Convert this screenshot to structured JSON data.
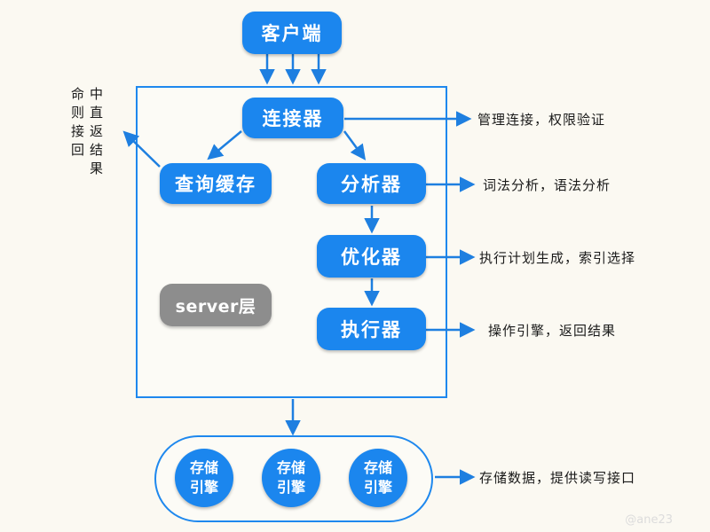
{
  "nodes": {
    "client": "客户端",
    "connector": "连接器",
    "query_cache": "查询缓存",
    "analyzer": "分析器",
    "optimizer": "优化器",
    "executor": "执行器",
    "server_layer": "server层",
    "engine_line1": "存储",
    "engine_line2": "引擎"
  },
  "notes": {
    "connector": "管理连接，权限验证",
    "analyzer": "词法分析，语法分析",
    "optimizer": "执行计划生成，索引选择",
    "executor": "操作引擎，返回结果",
    "storage": "存储数据，提供读写接口"
  },
  "cache_hit_note": {
    "col1": "中直返结果",
    "col2": "命则接回"
  },
  "colors": {
    "accent": "#1b86ee",
    "server_label": "#8d8d8d",
    "arrow": "#1e7fe0"
  },
  "watermark": "@ane23"
}
